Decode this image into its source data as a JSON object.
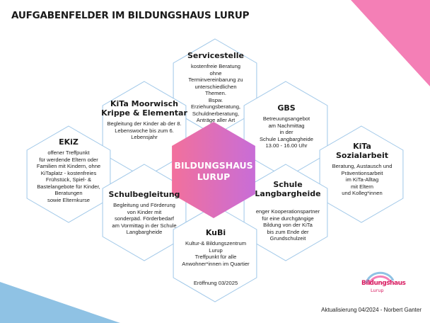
{
  "title": "AUFGABENFELDER IM BILDUNGSHAUS LURUP",
  "colors": {
    "hex_border": "#9fc7e8",
    "center_gradient_start": "#f2709c",
    "center_gradient_end": "#c86dd7",
    "corner_pink": "#f47fb6",
    "corner_blue": "#8fc2e4"
  },
  "center": {
    "title": "BILDUNGSHAUS\nLURUP"
  },
  "hexes": {
    "servicestelle": {
      "title": "Servicestelle",
      "body": "kostenfreie Beratung\nohne\nTerminvereinbarung zu\nunterschiedlichen\nThemen.\nBspw.\nErziehungsberatung,\nSchuldnerberatung,\nAnträge aller Art"
    },
    "kita_moorwisch": {
      "title": "KiTa Moorwisch\nKrippe & Elementar",
      "body": "Begleitung der Kinder ab der 8.\nLebenswoche bis zum 6.\nLebensjahr"
    },
    "gbs": {
      "title": "GBS",
      "body": "Betreuungsangebot\nam Nachmittag\nin der\nSchule Langbargheide\n13.00 - 16.00 Uhr"
    },
    "ekiz": {
      "title": "EKiZ",
      "body": "offener Treffpunkt\nfür werdende Eltern oder\nFamilien mit Kindern, ohne\nKiTaplatz - kostenfreies\nFrühstück, Spiel- &\nBastelangebote für Kinder,\nBeratungen\nsowie Elternkurse"
    },
    "kita_sozialarbeit": {
      "title": "KiTa\nSozialarbeit",
      "body": "Beratung, Austausch und\nPräventionsarbeit\nim KiTa-Alltag\nmit Eltern\nund Kolleg*innen"
    },
    "schulbegleitung": {
      "title": "Schulbegleitung",
      "body": "Begleitung und Förderung\nvon Kinder mit\nsonderpäd. Förderbedarf\nam Vormittag in der Schule\nLangbargheide"
    },
    "schule_langbargheide": {
      "title": "Schule\nLangbargheide",
      "body": "enger Kooperationspartner\nfür eine durchgängige\nBildung von der KiTa\nbis zum Ende der\nGrundschulzeit"
    },
    "kubi": {
      "title": "KuBi",
      "body": "Kultur-& Bildungszentrum\nLurup\nTreffpunkt für alle\nAnwohner*innen im Quartier",
      "extra": "Eröffnung 03/2025"
    }
  },
  "logo": {
    "name": "bildungshaus-logo",
    "line1": "Bildungshaus",
    "line2": "Lurup"
  },
  "footer": "Aktualisierung 04/2024 - Norbert Ganter"
}
